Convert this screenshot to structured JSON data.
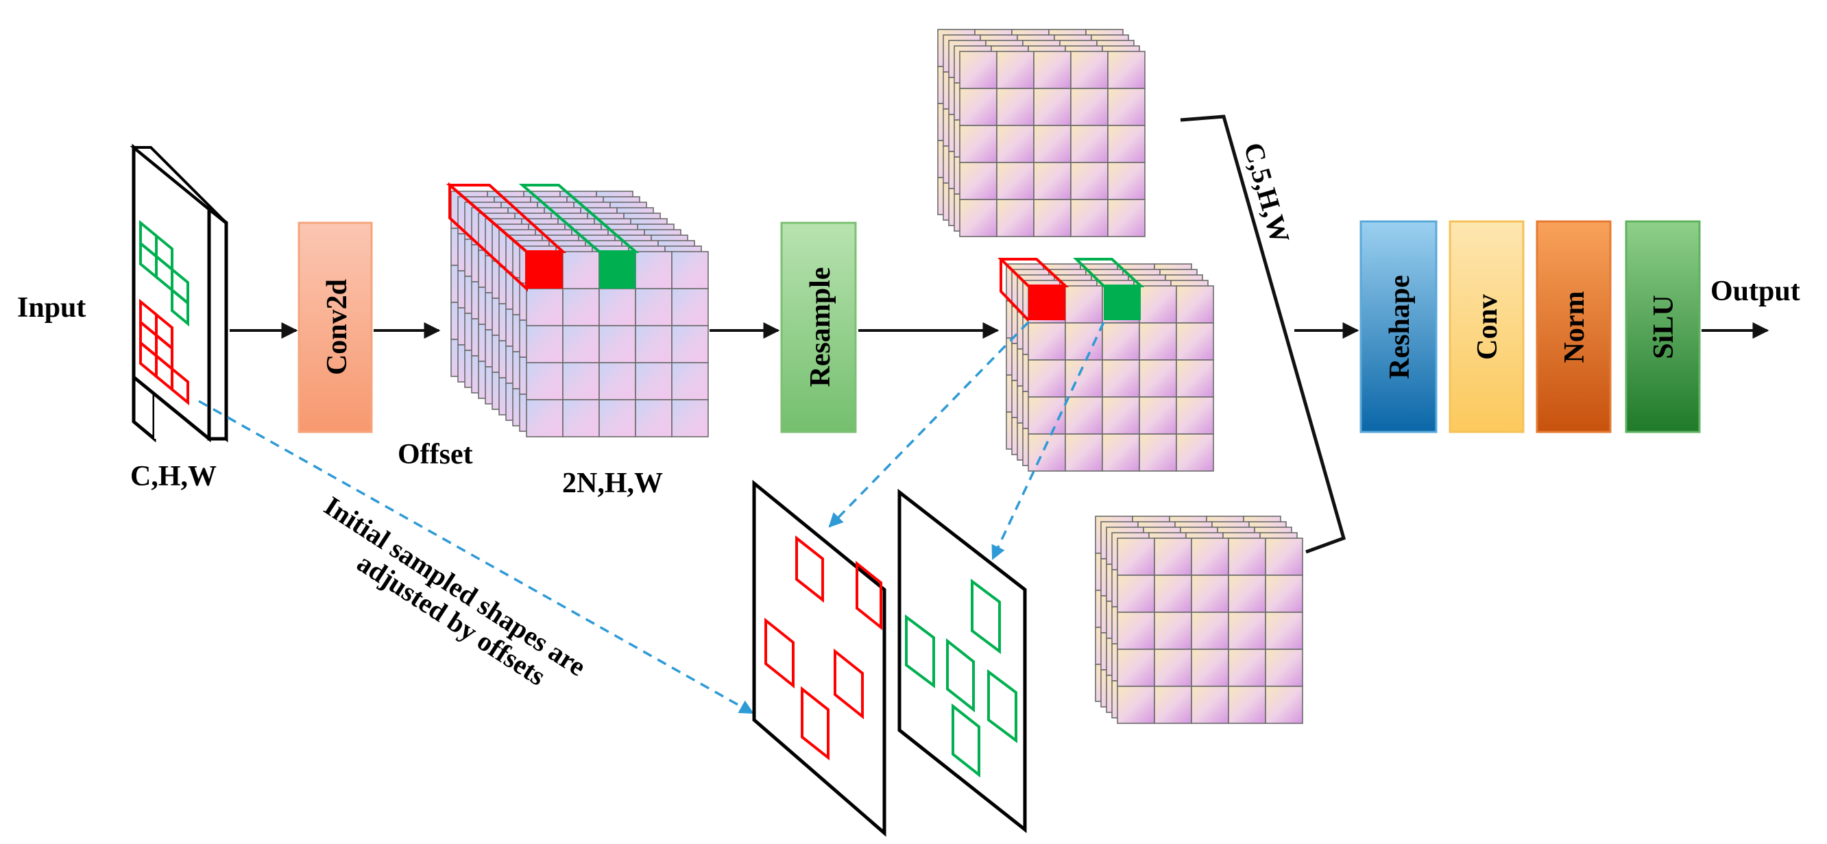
{
  "labels": {
    "input": "Input",
    "input_dims": "C,H,W",
    "offset": "Offset",
    "offset_dims": "2N,H,W",
    "output": "Output",
    "stack_dims": "C,5,H,W",
    "annotation_line1": "Initial sampled shapes are",
    "annotation_line2": "adjusted by offsets"
  },
  "blocks": {
    "conv2d": "Conv2d",
    "resample": "Resample",
    "reshape": "Reshape",
    "conv": "Conv",
    "norm": "Norm",
    "silu": "SiLU"
  },
  "colors": {
    "conv2d": "#f9a98b",
    "resample": "#8fcf8a",
    "reshape": "#2585c4",
    "conv": "#fcd98a",
    "norm": "#e8732a",
    "silu": "#3fa348",
    "sample_red": "#ff0000",
    "sample_green": "#00b050",
    "dashed_arrow": "#2e9ad6"
  }
}
